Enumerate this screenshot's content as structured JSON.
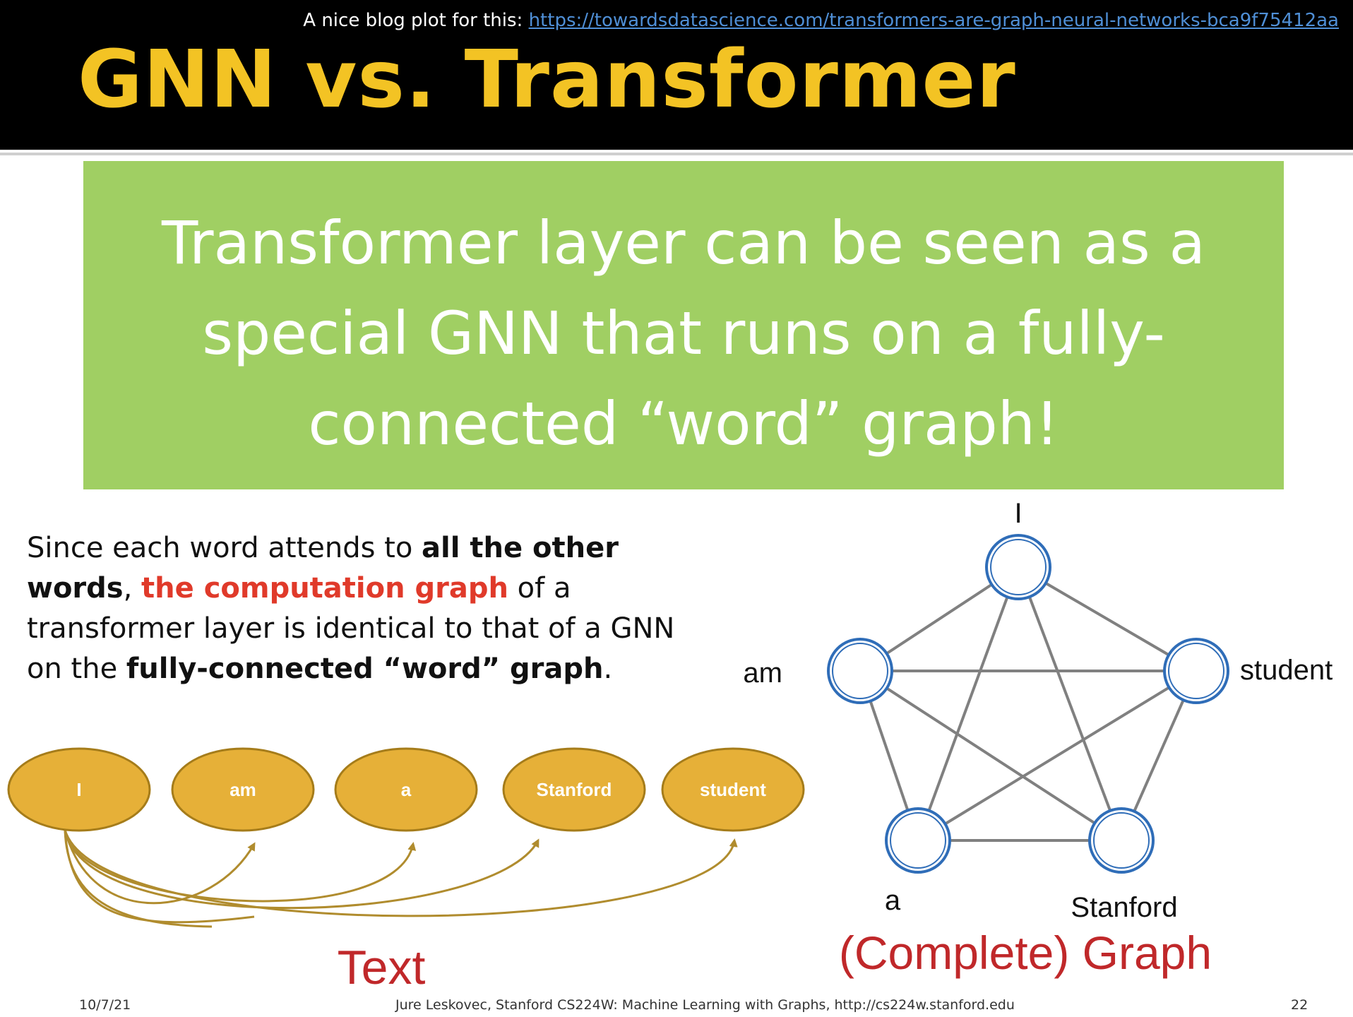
{
  "header": {
    "blog_prefix": "A nice blog plot for this: ",
    "blog_link": "https://towardsdatascience.com/transformers-are-graph-neural-networks-bca9f75412aa",
    "title": "GNN vs. Transformer"
  },
  "callout": {
    "line1": "Transformer layer can be seen as a",
    "line2": "special GNN that runs on a fully-",
    "line3": "connected “word” graph!"
  },
  "body": {
    "p1": "Since each word attends to ",
    "b1": "all the other words",
    "p2": ", ",
    "red": "the computation graph",
    "p3": " of a transformer layer is identical to that of a GNN on the ",
    "b2": "fully-connected “word” graph",
    "p4": "."
  },
  "text_diagram": {
    "tokens": [
      "I",
      "am",
      "a",
      "Stanford",
      "student"
    ],
    "caption": "Text"
  },
  "graph_diagram": {
    "nodes": [
      "I",
      "am",
      "student",
      "a",
      "Stanford"
    ],
    "caption": "(Complete) Graph"
  },
  "colors": {
    "title": "#f3c324",
    "callout_bg": "#a0cf63",
    "token_fill": "#e6b038",
    "arrow": "#b08c2e",
    "node_stroke": "#2f6db8",
    "edge": "#808080",
    "caption_red": "#c0282a"
  },
  "footer": {
    "date": "10/7/21",
    "credit": "Jure Leskovec, Stanford CS224W: Machine Learning with Graphs, http://cs224w.stanford.edu",
    "page": "22"
  }
}
